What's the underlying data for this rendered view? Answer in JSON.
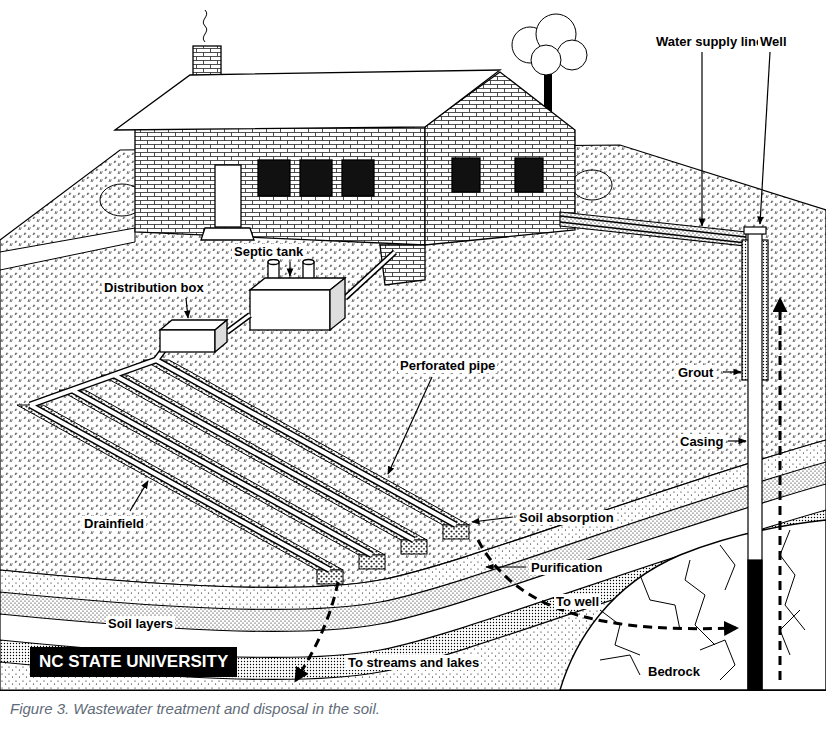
{
  "diagram": {
    "caption": "Figure 3. Wastewater treatment and disposal in the soil.",
    "nodes": [
      {
        "text": [
          "NC STATE UNIVERSITY"
        ]
      }
    ],
    "labels": [
      "Water supply line",
      "Well",
      "Septic tank",
      "Distribution box",
      "Perforated pipe",
      "Grout",
      "Casing",
      "Soil absorption",
      "Drainfield",
      "Purification",
      "To well",
      "Soil layers",
      "To streams and lakes",
      "Bedrock"
    ]
  }
}
